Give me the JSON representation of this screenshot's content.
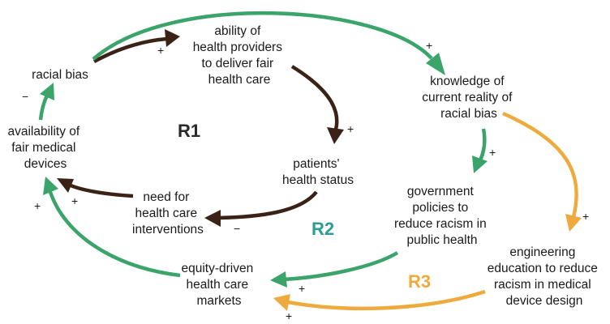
{
  "colors": {
    "brown": "#3b2216",
    "green": "#3aa46a",
    "orange": "#eeaa3c",
    "r1": "#2a2a2a",
    "r2": "#2a9d96",
    "r3": "#eeaa3c"
  },
  "nodes": {
    "racial_bias": [
      "racial bias"
    ],
    "ability": [
      "ability of",
      "health providers",
      "to deliver fair",
      "health care"
    ],
    "knowledge": [
      "knowledge of",
      "current reality of",
      "racial bias"
    ],
    "availability": [
      "availability of",
      "fair medical",
      "devices"
    ],
    "patients": [
      "patients'",
      "health status"
    ],
    "government": [
      "government",
      "policies to",
      "reduce racism in",
      "public health"
    ],
    "need": [
      "need for",
      "health care",
      "interventions"
    ],
    "engineering": [
      "engineering",
      "education to reduce",
      "racism in medical",
      "device design"
    ],
    "equity": [
      "equity-driven",
      "health care",
      "markets"
    ]
  },
  "loops": {
    "r1": "R1",
    "r2": "R2",
    "r3": "R3"
  },
  "signs": {
    "bias_to_ability": "+",
    "bias_to_knowledge": "+",
    "ability_to_patients": "+",
    "patients_to_need": "−",
    "need_to_availability": "+",
    "availability_to_bias": "−",
    "knowledge_to_government": "+",
    "knowledge_to_engineering": "+",
    "government_to_equity": "+",
    "engineering_to_equity": "+",
    "equity_to_availability": "+"
  }
}
